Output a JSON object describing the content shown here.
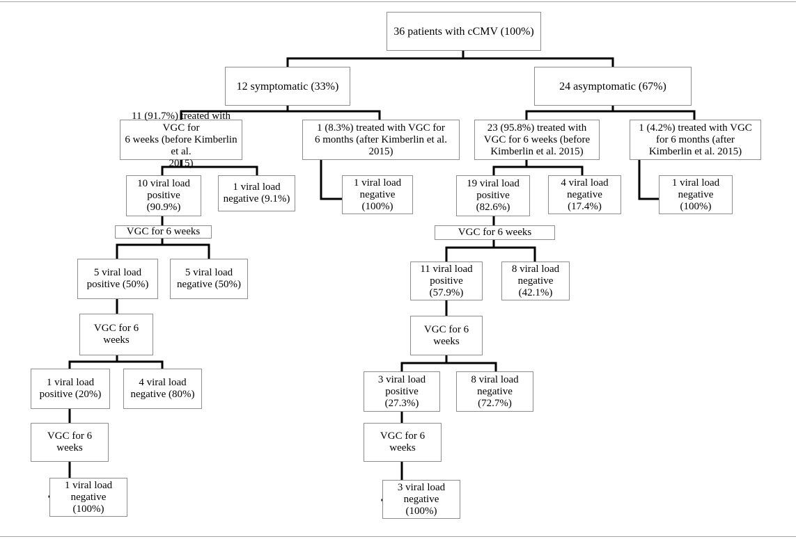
{
  "nodes": {
    "root": "36 patients with cCMV (100%)",
    "sym": "12 symptomatic (33%)",
    "asym": "24 asymptomatic (67%)",
    "s_6w": "11 (91.7%) treated with VGC for\n6 weeks (before Kimberlin et al.\n2015)",
    "s_6m": "1 (8.3%) treated with VGC for\n6 months (after Kimberlin et al.\n2015)",
    "a_6w": "23 (95.8%) treated with\nVGC for 6 weeks (before\nKimberlin et al. 2015)",
    "a_6m": "1 (4.2%) treated with VGC\nfor 6 months (after\nKimberlin et al. 2015)",
    "s_pos1": "10 viral load\npositive\n(90.9%)",
    "s_neg1": "1 viral load\nnegative (9.1%)",
    "s_6m_neg": "1 viral load\nnegative\n(100%)",
    "a_pos1": "19 viral load\npositive\n(82.6%)",
    "a_neg1": "4 viral load\nnegative\n(17.4%)",
    "a_6m_neg": "1 viral load\nnegative\n(100%)",
    "s_vgc1": "VGC for 6 weeks",
    "a_vgc1": "VGC for 6 weeks",
    "s_pos2": "5 viral load\npositive (50%)",
    "s_neg2": "5 viral load\nnegative (50%)",
    "a_pos2": "11 viral load\npositive\n(57.9%)",
    "a_neg2": "8 viral load\nnegative\n(42.1%)",
    "s_vgc2": "VGC for 6\nweeks",
    "a_vgc2": "VGC for 6\nweeks",
    "s_pos3": "1 viral load\npositive (20%)",
    "s_neg3": "4 viral load\nnegative (80%)",
    "a_pos3": "3 viral load\npositive\n(27.3%)",
    "a_neg3": "8 viral load\nnegative\n(72.7%)",
    "s_vgc3": "VGC for 6\nweeks",
    "a_vgc3": "VGC for 6\nweeks",
    "s_final": "1 viral load\nnegative\n(100%)",
    "a_final": "3 viral load\nnegative\n(100%)"
  },
  "colors": {
    "connector": "#000000",
    "box_border": "#8c8c8c",
    "rule": "#a6a6a6"
  }
}
